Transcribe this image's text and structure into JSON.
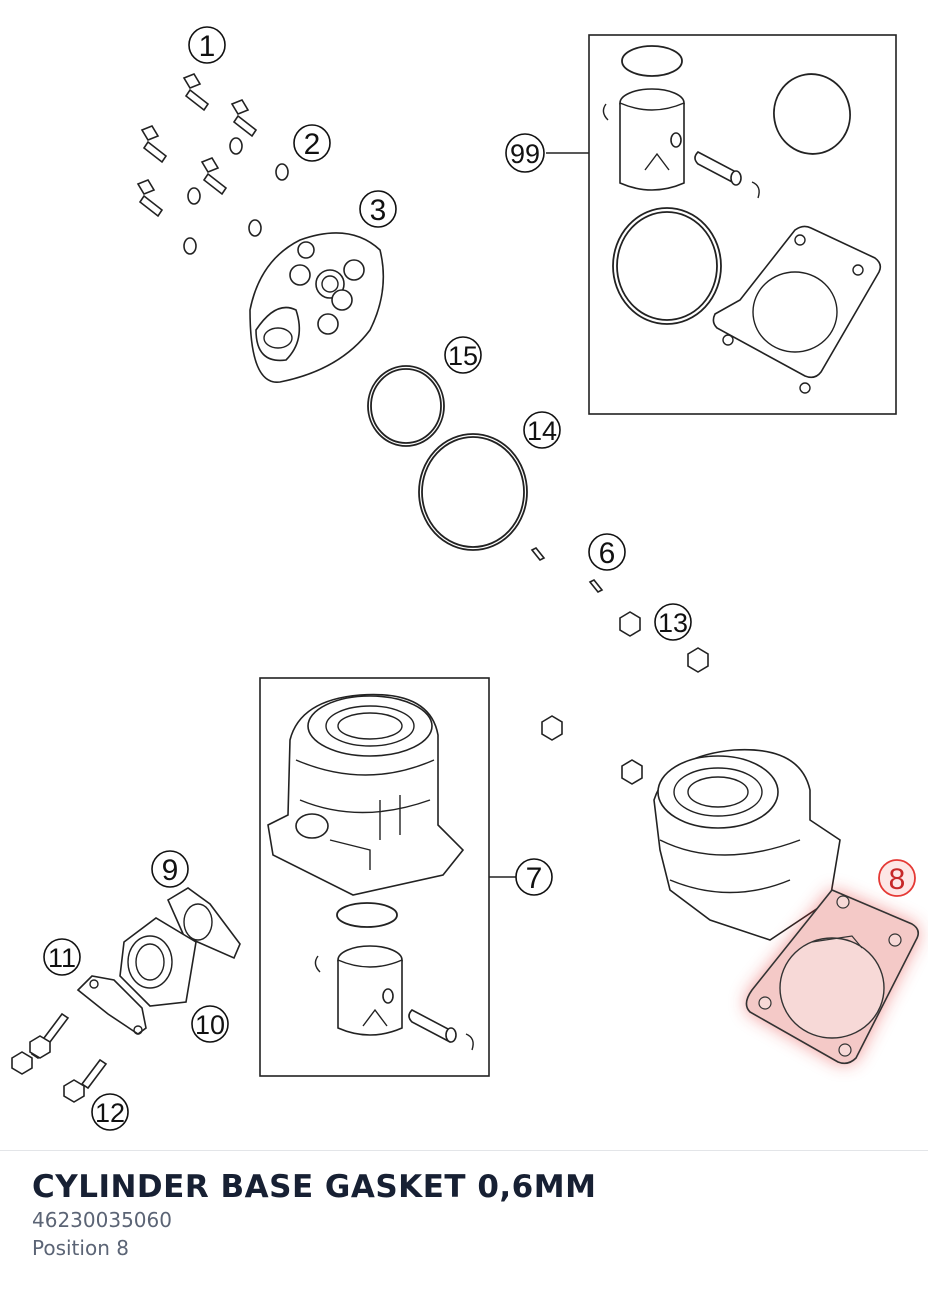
{
  "diagram": {
    "callouts": [
      {
        "id": "1",
        "label": "1"
      },
      {
        "id": "2",
        "label": "2"
      },
      {
        "id": "3",
        "label": "3"
      },
      {
        "id": "6",
        "label": "6"
      },
      {
        "id": "7",
        "label": "7"
      },
      {
        "id": "8",
        "label": "8"
      },
      {
        "id": "9",
        "label": "9"
      },
      {
        "id": "10",
        "label": "10"
      },
      {
        "id": "11",
        "label": "11"
      },
      {
        "id": "12",
        "label": "12"
      },
      {
        "id": "13",
        "label": "13"
      },
      {
        "id": "14",
        "label": "14"
      },
      {
        "id": "15",
        "label": "15"
      },
      {
        "id": "99",
        "label": "99"
      }
    ],
    "highlight_color": "#e53935",
    "selected_position": "8"
  },
  "part": {
    "title": "CYLINDER BASE GASKET 0,6MM",
    "number": "46230035060",
    "position": "Position 8"
  }
}
